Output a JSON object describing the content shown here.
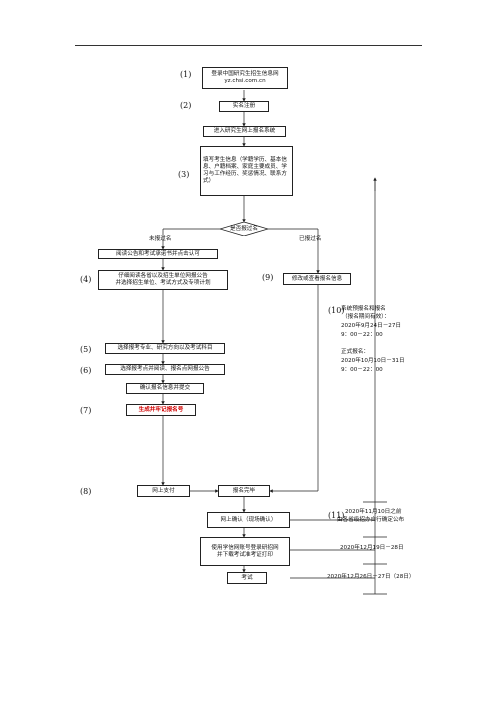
{
  "steps": {
    "s1": "(1)",
    "s2": "(2)",
    "s3": "(3)",
    "s4": "(4)",
    "s5": "(5)",
    "s6": "(6)",
    "s7": "(7)",
    "s8": "(8)",
    "s9": "(9)",
    "s10": "(10)",
    "s11": "(11)"
  },
  "boxes": {
    "login_line1": "登录中国研究生招生信息网",
    "login_line2": "yz.chsi.com.cn",
    "register": "实名注册",
    "enter_system": "进入研究生网上报名系统",
    "fill_info": "填写考生信息（学籍学历、基本信息、户籍档案、家庭主要成员、学习与工作经历、奖惩情况、联系方式）",
    "decision": "是否报过名",
    "read_notice": "阅读公告和考试承诺书并点击认可",
    "read_rules_line1": "仔细阅读各省以及招生单位网报公告",
    "read_rules_line2": "并选择招生单位、考试方式及专项计划",
    "modify": "修改或查看报名信息",
    "select_major": "选择报考专业、研究方向以及考试科目",
    "select_site": "选择报考点并阅读、报名点网报公告",
    "confirm_submit": "确认报名信息并提交",
    "generate_id": "生成并牢记报名号",
    "pay_online": "网上支付",
    "reg_done": "报名完毕",
    "onsite_confirm": "网上确认（现场确认）",
    "print_ticket_line1": "使用学信网账号登录研招网",
    "print_ticket_line2": "并下载考试准考证打印",
    "exam": "考试"
  },
  "labels": {
    "not_registered": "未报过名",
    "registered": "已报过名"
  },
  "schedule": {
    "pre_title": "系统预报名和报名",
    "pre_sub": "（报名期间有效）：",
    "pre_date1": "2020年9月24日－27日",
    "pre_time1": "9：00－22：00",
    "formal_title": "正式报名：",
    "formal_date": "2020年10月10日－31日",
    "formal_time": "9：00－22：00",
    "confirm_date": "2020年11月10日之前",
    "confirm_note": "由各省级招办自行确定公布",
    "print_date": "2020年12月19日－28日",
    "exam_date": "2020年12月26日－27日（28日）"
  }
}
